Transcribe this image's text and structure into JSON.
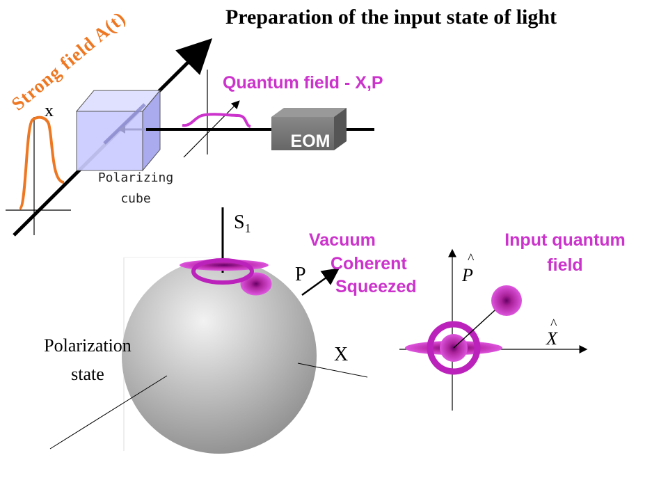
{
  "title": "Preparation of the input state of light",
  "strong_field_label": "Strong field A(t)",
  "axis_x_label": "x",
  "quantum_field_label": "Quantum field - X,P",
  "eom_label": "EOM",
  "polarizing_cube_line1": "Polarizing",
  "polarizing_cube_line2": "cube",
  "s1_label": "S",
  "s1_subscript": "1",
  "p_axis_label": "P",
  "x_axis_label": "X",
  "polarization_state_line1": "Polarization",
  "polarization_state_line2": "state",
  "states": [
    "Vacuum",
    "Coherent",
    "Squeezed"
  ],
  "input_quantum_field_line1": "Input quantum",
  "input_quantum_field_line2": "field",
  "p_hat_label": "P",
  "x_hat_label": "X",
  "colors": {
    "magenta": "#cc33cc",
    "orange": "#ee7722",
    "cube_face": "#ccccff",
    "eom_box": "#777777",
    "sphere": "#aaaaaa"
  }
}
